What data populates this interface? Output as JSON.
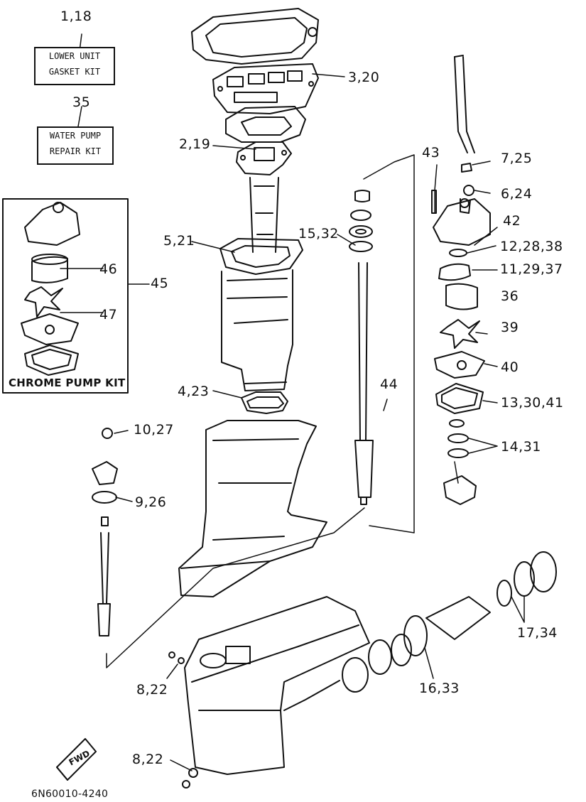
{
  "kits": {
    "lower_unit": {
      "ref": "1,18",
      "line1": "LOWER UNIT",
      "line2": "GASKET KIT"
    },
    "water_pump": {
      "ref": "35",
      "line1": "WATER PUMP",
      "line2": "REPAIR KIT"
    },
    "chrome_pump": {
      "ref": "45",
      "title": "CHROME PUMP KIT"
    }
  },
  "callouts": {
    "c_3_20": "3,20",
    "c_2_19": "2,19",
    "c_5_21": "5,21",
    "c_15_32": "15,32",
    "c_4_23": "4,23",
    "c_44": "44",
    "c_43": "43",
    "c_7_25": "7,25",
    "c_6_24": "6,24",
    "c_42": "42",
    "c_12_28_38": "12,28,38",
    "c_11_29_37": "11,29,37",
    "c_36": "36",
    "c_39": "39",
    "c_40": "40",
    "c_13_30_41": "13,30,41",
    "c_14_31": "14,31",
    "c_46": "46",
    "c_47": "47",
    "c_10_27": "10,27",
    "c_9_26": "9,26",
    "c_17_34": "17,34",
    "c_16_33": "16,33",
    "c_8_22_a": "8,22",
    "c_8_22_b": "8,22"
  },
  "fwd_label": "FWD",
  "drawing_code": "6N60010-4240"
}
